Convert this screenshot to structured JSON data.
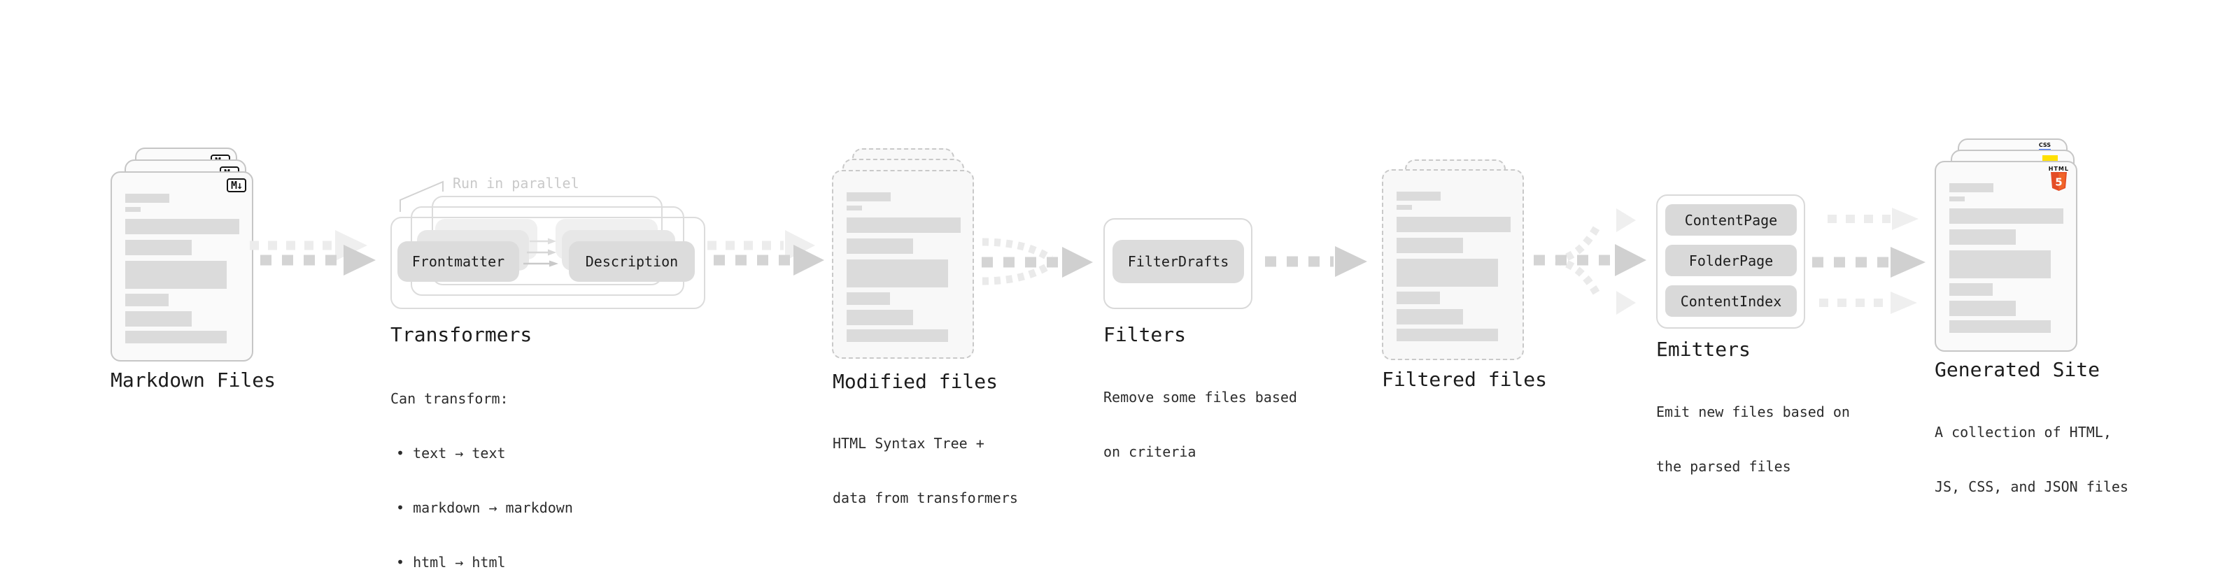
{
  "colors": {
    "background": "#ffffff",
    "doc_border": "#c6c6c6",
    "doc_fill": "#fafafa",
    "bar_fill": "#dbdbdb",
    "pill_fill": "#dcdcdc",
    "panel_border": "#d9d9d9",
    "arrow_dark": "#d4d4d4",
    "arrow_light": "#ececec",
    "annotation_gray": "#c9c9c9",
    "html5_orange": "#e44d26",
    "html5_orange_light": "#f16529",
    "js_yellow": "#ffe000",
    "css_blue": "#2b63f6"
  },
  "markdown_files": {
    "label": "Markdown Files",
    "badge": "M↓"
  },
  "transformers": {
    "annotation": "Run in parallel",
    "pill_frontmatter": "Frontmatter",
    "pill_description": "Description",
    "title": "Transformers",
    "caption_heading": "Can transform:",
    "bullets": [
      "• text → text",
      "• markdown → markdown",
      "• html → html"
    ]
  },
  "modified_files": {
    "title": "Modified files",
    "caption_line1": "HTML Syntax Tree +",
    "caption_line2": "data from transformers"
  },
  "filters": {
    "pill": "FilterDrafts",
    "title": "Filters",
    "caption_line1": "Remove some files based",
    "caption_line2": "on criteria"
  },
  "filtered_files": {
    "title": "Filtered files"
  },
  "emitters": {
    "pills": [
      "ContentPage",
      "FolderPage",
      "ContentIndex"
    ],
    "title": "Emitters",
    "caption_line1": "Emit new files based on",
    "caption_line2": "the parsed files"
  },
  "generated_site": {
    "title": "Generated Site",
    "caption_line1": "A collection of HTML,",
    "caption_line2": "JS, CSS, and JSON files",
    "badge_css": "CSS",
    "badge_html": "HTML",
    "badge_html_number": "5"
  }
}
